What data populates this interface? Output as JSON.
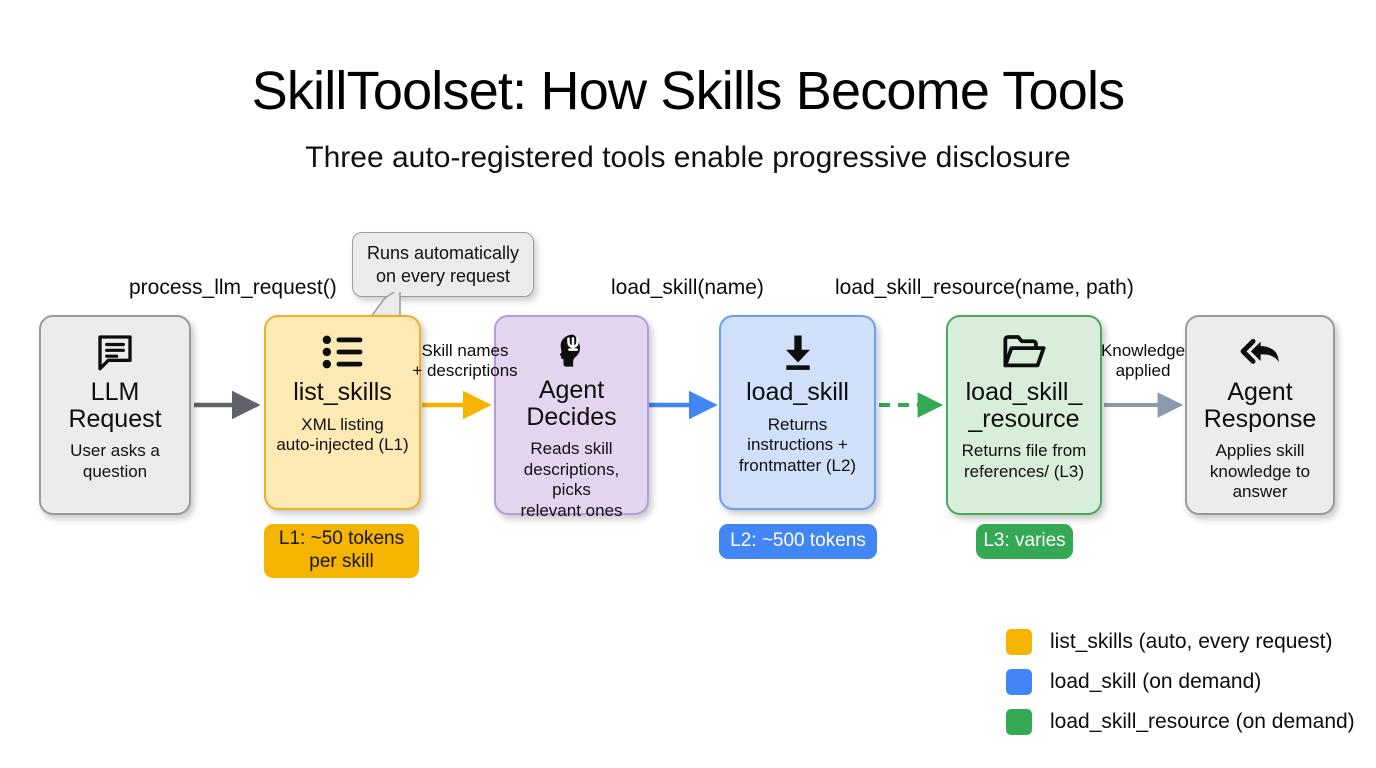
{
  "header": {
    "title": "SkillToolset: How Skills Become Tools",
    "subtitle": "Three auto-registered tools enable progressive disclosure"
  },
  "callout": {
    "text": "Runs automatically\non every request"
  },
  "call_labels": [
    {
      "id": "process-llm-request",
      "text": "process_llm_request()"
    },
    {
      "id": "load-skill-call",
      "text": "load_skill(name)"
    },
    {
      "id": "load-skill-resource-call",
      "text": "load_skill_resource(name, path)"
    }
  ],
  "nodes": [
    {
      "id": "llm-request",
      "icon": "chat-message-icon",
      "title": "LLM\nRequest",
      "desc": "User asks a\nquestion",
      "color": "gray"
    },
    {
      "id": "list-skills",
      "icon": "list-bullet-icon",
      "title": "list_skills",
      "desc": "XML listing\nauto-injected (L1)",
      "color": "yellow"
    },
    {
      "id": "agent-decides",
      "icon": "psychology-head-icon",
      "title": "Agent\nDecides",
      "desc": "Reads skill\ndescriptions, picks\nrelevant ones",
      "color": "purple"
    },
    {
      "id": "load-skill",
      "icon": "download-icon",
      "title": "load_skill",
      "desc": "Returns\ninstructions +\nfrontmatter (L2)",
      "color": "blue"
    },
    {
      "id": "load-skill-resource",
      "icon": "open-folder-icon",
      "title": "load_skill_\n_resource",
      "desc": "Returns file from\nreferences/ (L3)",
      "color": "green"
    },
    {
      "id": "agent-response",
      "icon": "reply-arrow-icon",
      "title": "Agent\nResponse",
      "desc": "Applies skill\nknowledge to\nanswer",
      "color": "gray"
    }
  ],
  "edge_labels": [
    {
      "id": "skill-names-descriptions",
      "text": "Skill names\n+ descriptions"
    },
    {
      "id": "knowledge-applied",
      "text": "Knowledge\napplied"
    }
  ],
  "badges": [
    {
      "id": "l1-badge",
      "text": "L1: ~50 tokens\nper skill",
      "color": "amber"
    },
    {
      "id": "l2-badge",
      "text": "L2: ~500 tokens",
      "color": "blue"
    },
    {
      "id": "l3-badge",
      "text": "L3: varies",
      "color": "green"
    }
  ],
  "legend": {
    "items": [
      {
        "id": "legend-list-skills",
        "color": "#f4b400",
        "label": "list_skills (auto, every request)"
      },
      {
        "id": "legend-load-skill",
        "color": "#4285f4",
        "label": "load_skill (on demand)"
      },
      {
        "id": "legend-load-skill-resource",
        "color": "#34a853",
        "label": "load_skill_resource (on demand)"
      }
    ]
  },
  "palette": {
    "yellow": "#f4b400",
    "blue": "#4285f4",
    "green": "#34a853",
    "gray_arrow": "#5f6368",
    "steel_arrow": "#8a9aad"
  }
}
